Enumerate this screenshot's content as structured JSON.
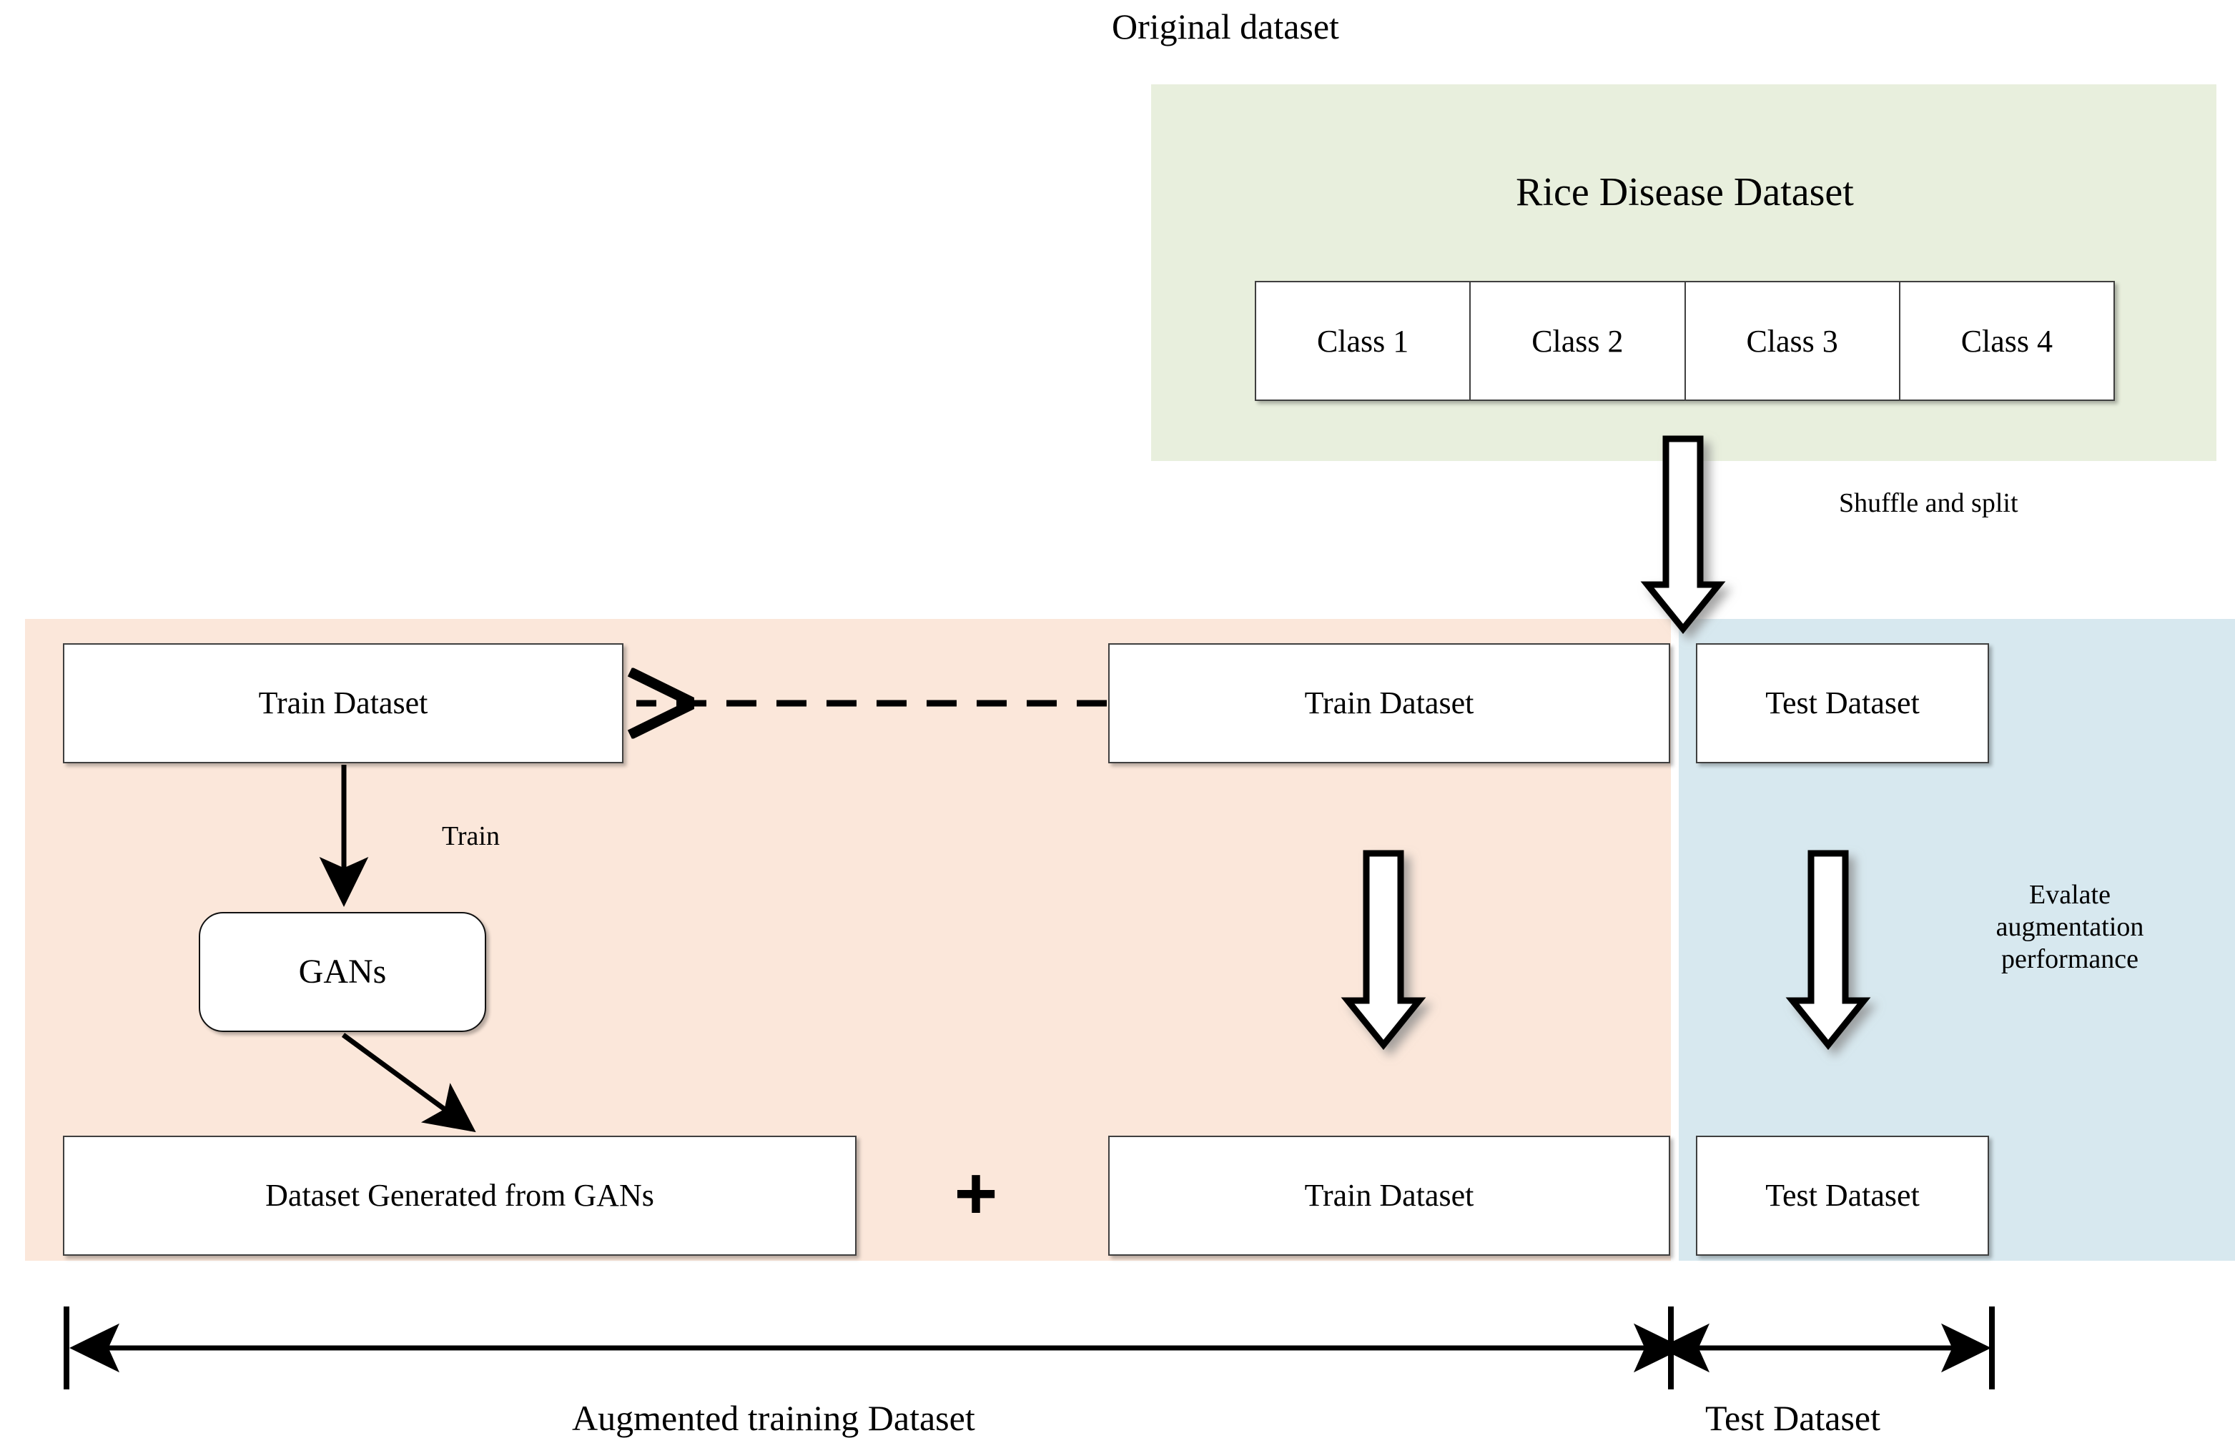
{
  "diagram": {
    "title_caption": "Original dataset",
    "regions": {
      "original": {
        "name": "Original dataset region",
        "color": "#e8efdd"
      },
      "train": {
        "name": "Augmented training region",
        "color": "#fbe7da"
      },
      "test": {
        "name": "Test region",
        "color": "#d7e8ef"
      }
    },
    "original_dataset": {
      "heading": "Rice Disease Dataset",
      "classes": [
        "Class 1",
        "Class 2",
        "Class 3",
        "Class 4"
      ]
    },
    "edges": {
      "shuffle_split": "Shuffle and split",
      "train": "Train",
      "evaluate": "Evalate\naugmentation\nperformance"
    },
    "nodes": {
      "train_dataset_left": "Train Dataset",
      "gans": "GANs",
      "dataset_generated": "Dataset Generated from GANs",
      "train_dataset_mid": "Train Dataset",
      "train_dataset_bottom": "Train Dataset",
      "test_dataset_top": "Test Dataset",
      "test_dataset_bottom": "Test Dataset",
      "plus": "+"
    },
    "bottom_spans": {
      "augmented": "Augmented training Dataset",
      "test": "Test Dataset"
    }
  }
}
